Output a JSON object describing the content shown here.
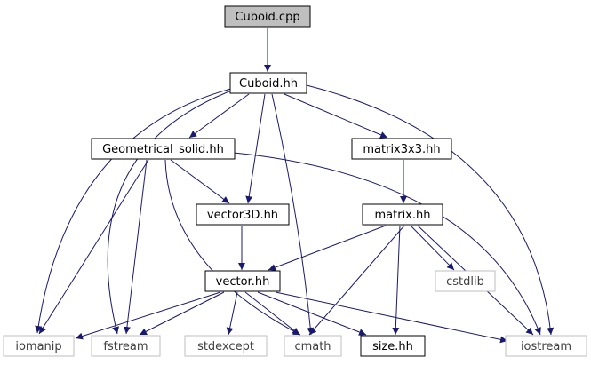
{
  "graph": {
    "nodes": {
      "cuboid_cpp": {
        "label": "Cuboid.cpp",
        "style": "highlight"
      },
      "cuboid_hh": {
        "label": "Cuboid.hh",
        "style": "solid"
      },
      "geometrical_solid_hh": {
        "label": "Geometrical_solid.hh",
        "style": "solid"
      },
      "matrix3x3_hh": {
        "label": "matrix3x3.hh",
        "style": "solid"
      },
      "vector3d_hh": {
        "label": "vector3D.hh",
        "style": "solid"
      },
      "matrix_hh": {
        "label": "matrix.hh",
        "style": "solid"
      },
      "vector_hh": {
        "label": "vector.hh",
        "style": "solid"
      },
      "cstdlib": {
        "label": "cstdlib",
        "style": "system"
      },
      "iomanip": {
        "label": "iomanip",
        "style": "system"
      },
      "fstream": {
        "label": "fstream",
        "style": "system"
      },
      "stdexcept": {
        "label": "stdexcept",
        "style": "system"
      },
      "cmath": {
        "label": "cmath",
        "style": "system"
      },
      "size_hh": {
        "label": "size.hh",
        "style": "solid"
      },
      "iostream": {
        "label": "iostream",
        "style": "system"
      }
    },
    "edges": [
      [
        "cuboid_cpp",
        "cuboid_hh"
      ],
      [
        "cuboid_hh",
        "geometrical_solid_hh"
      ],
      [
        "cuboid_hh",
        "matrix3x3_hh"
      ],
      [
        "cuboid_hh",
        "vector3d_hh"
      ],
      [
        "cuboid_hh",
        "iomanip"
      ],
      [
        "cuboid_hh",
        "fstream"
      ],
      [
        "cuboid_hh",
        "cmath"
      ],
      [
        "cuboid_hh",
        "iostream"
      ],
      [
        "geometrical_solid_hh",
        "vector3d_hh"
      ],
      [
        "geometrical_solid_hh",
        "iomanip"
      ],
      [
        "geometrical_solid_hh",
        "fstream"
      ],
      [
        "geometrical_solid_hh",
        "cmath"
      ],
      [
        "geometrical_solid_hh",
        "iostream"
      ],
      [
        "matrix3x3_hh",
        "matrix_hh"
      ],
      [
        "vector3d_hh",
        "vector_hh"
      ],
      [
        "matrix_hh",
        "vector_hh"
      ],
      [
        "matrix_hh",
        "cstdlib"
      ],
      [
        "matrix_hh",
        "cmath"
      ],
      [
        "matrix_hh",
        "size_hh"
      ],
      [
        "matrix_hh",
        "iostream"
      ],
      [
        "vector_hh",
        "iomanip"
      ],
      [
        "vector_hh",
        "fstream"
      ],
      [
        "vector_hh",
        "stdexcept"
      ],
      [
        "vector_hh",
        "cmath"
      ],
      [
        "vector_hh",
        "size_hh"
      ],
      [
        "vector_hh",
        "iostream"
      ]
    ]
  },
  "colors": {
    "edge": "#191970",
    "highlight_fill": "#bfbfbf",
    "node_border": "#000000",
    "system_border": "#bfbfbf",
    "system_text": "#404040",
    "text": "#000000"
  }
}
